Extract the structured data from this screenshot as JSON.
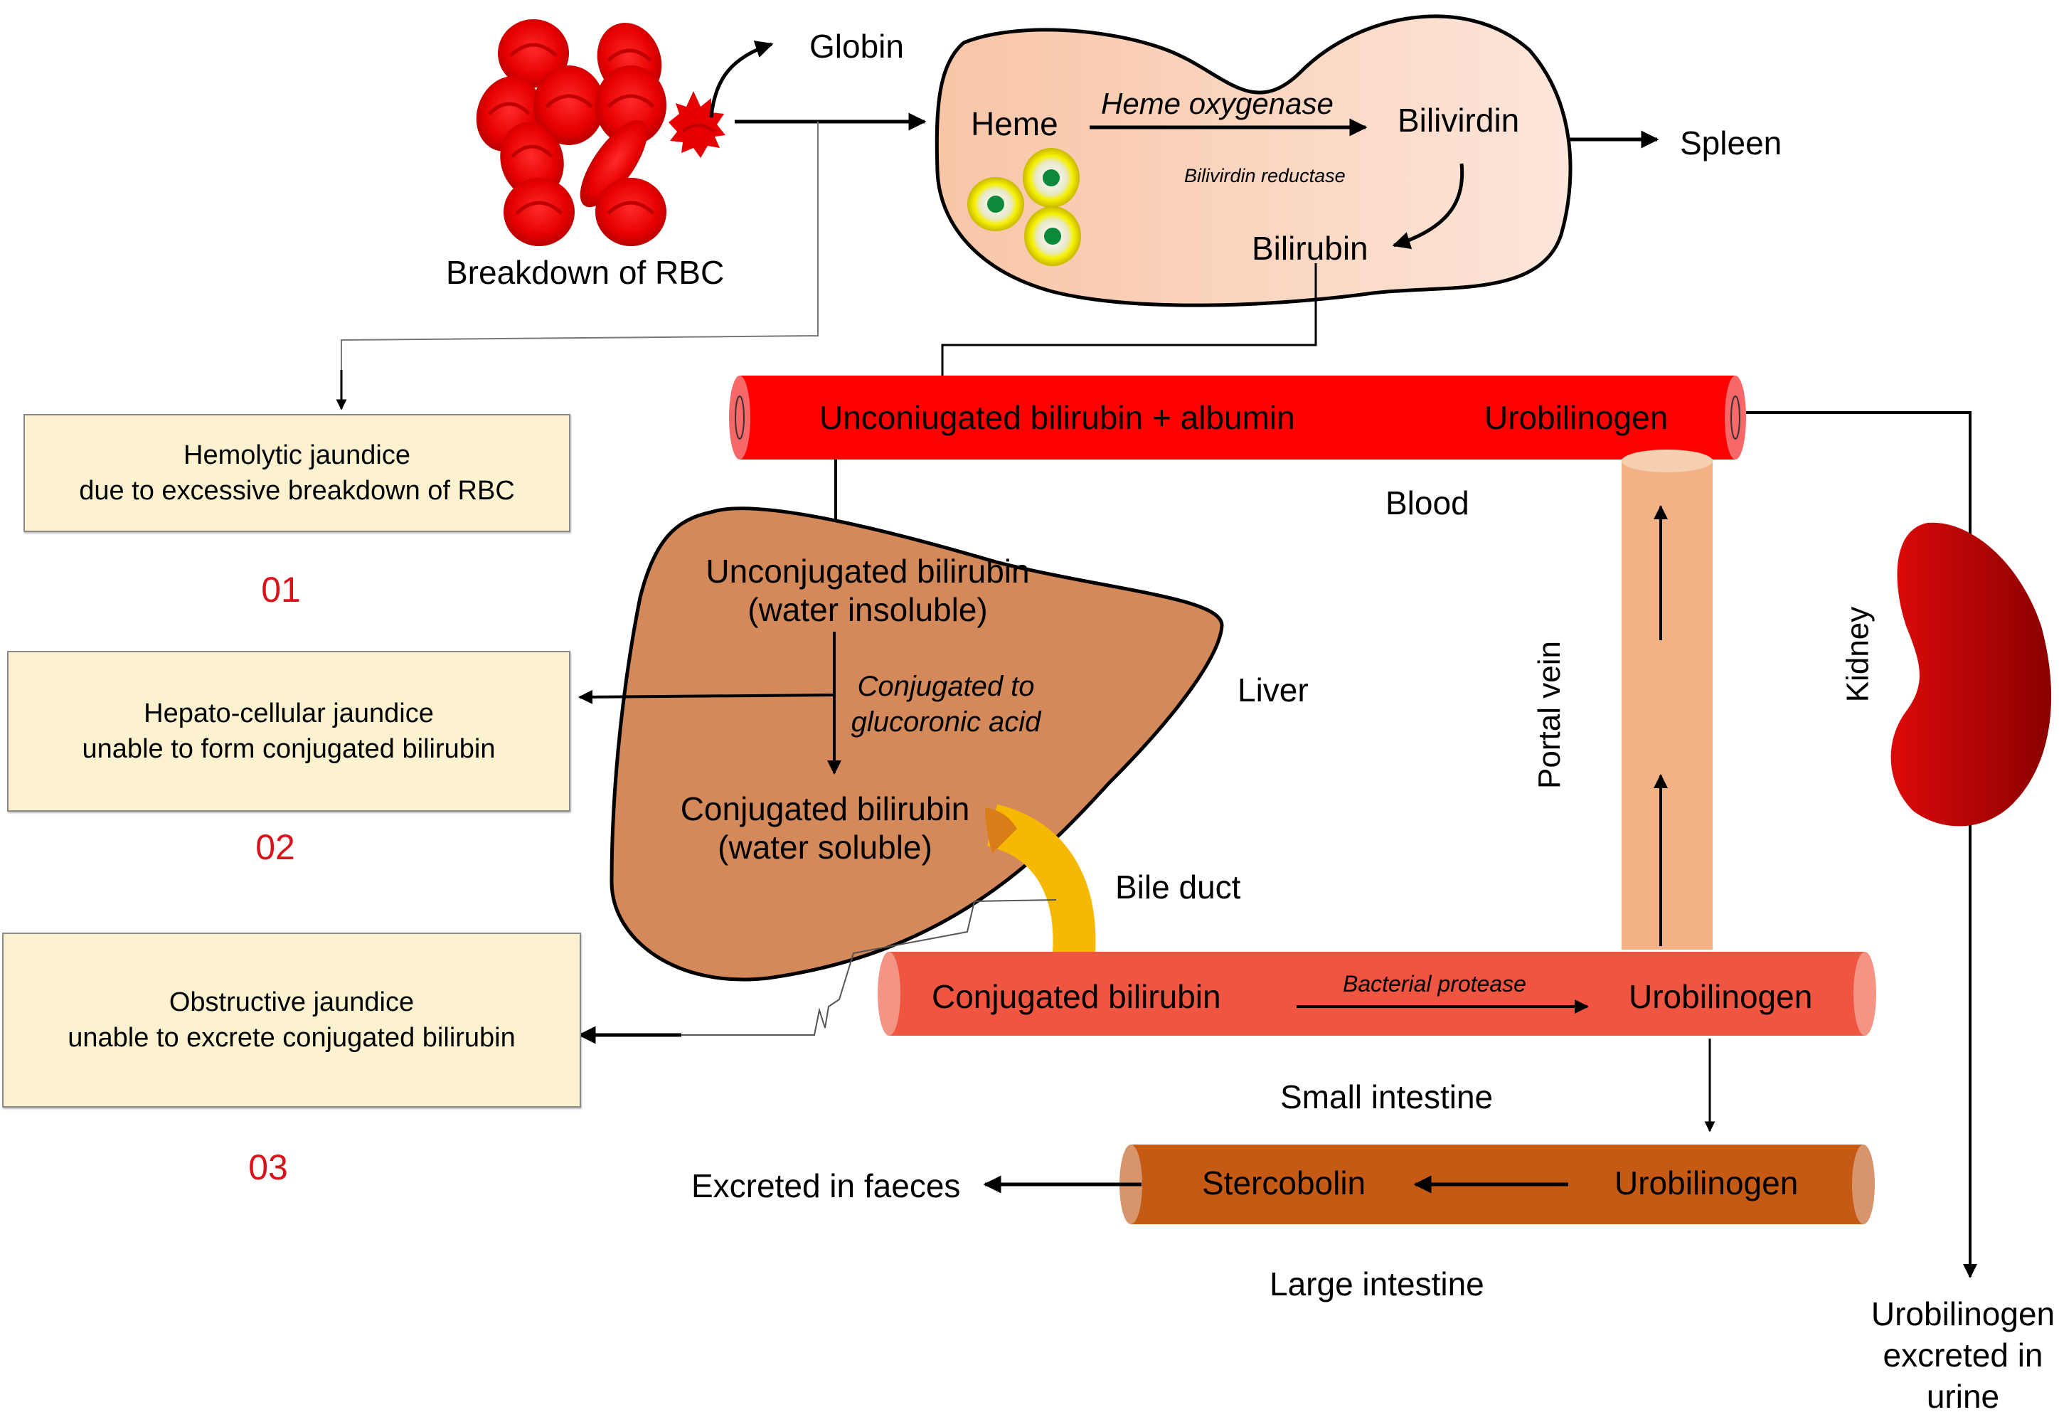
{
  "title": "Bilirubin metabolism and types of jaundice",
  "rbc": {
    "caption": "Breakdown of RBC",
    "globin": "Globin"
  },
  "macrophage": {
    "heme": "Heme",
    "enzyme1": "Heme oxygenase",
    "biliverdin": "Bilivirdin",
    "enzyme2": "Bilivirdin reductase",
    "bilirubin": "Bilirubin",
    "spleen": "Spleen"
  },
  "blood": {
    "vessel_left": "Unconiugated bilirubin + albumin",
    "vessel_right": "Urobilinogen",
    "label": "Blood"
  },
  "liver": {
    "unconj_line1": "Unconjugated bilirubin",
    "unconj_line2": "(water insoluble)",
    "step_line1": "Conjugated to",
    "step_line2": "glucoronic acid",
    "conj_line1": "Conjugated bilirubin",
    "conj_line2": "(water soluble)",
    "label": "Liver",
    "bile_duct": "Bile duct"
  },
  "small_intestine": {
    "left": "Conjugated bilirubin",
    "enzyme": "Bacterial protease",
    "right": "Urobilinogen",
    "label": "Small intestine"
  },
  "large_intestine": {
    "left": "Stercobolin",
    "right": "Urobilinogen",
    "label": "Large intestine",
    "faeces": "Excreted in faeces"
  },
  "portal_vein": {
    "label": "Portal vein"
  },
  "kidney": {
    "label": "Kidney",
    "urine_line1": "Urobilinogen",
    "urine_line2": "excreted in",
    "urine_line3": "urine"
  },
  "jaundice": [
    {
      "number": "01",
      "line1": "Hemolytic jaundice",
      "line2": "due to excessive breakdown of RBC"
    },
    {
      "number": "02",
      "line1": "Hepato-cellular jaundice",
      "line2": "unable to form conjugated bilirubin"
    },
    {
      "number": "03",
      "line1": "Obstructive jaundice",
      "line2": "unable to excrete conjugated bilirubin"
    }
  ],
  "colors": {
    "rbc": "#e60000",
    "macrophage": "#f9c9ad",
    "blood_vessel": "#ff0000",
    "liver": "#d4895a",
    "bile_duct": "#f6b800",
    "small_intestine": "#ef5540",
    "large_intestine": "#c55a14",
    "portal_vein": "#f2b286",
    "kidney": "#b80000",
    "jaundice_box": "#fdf2d0",
    "number_red": "#d8141a"
  }
}
